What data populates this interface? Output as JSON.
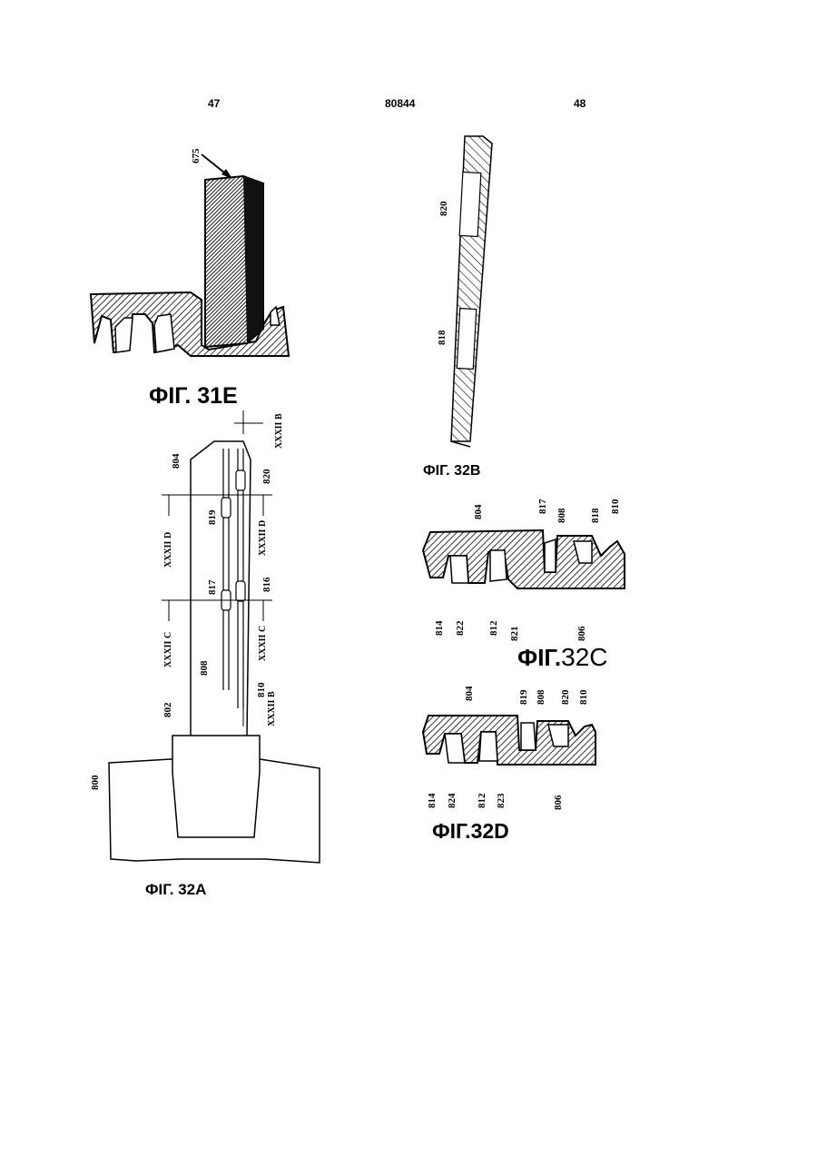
{
  "header": {
    "left": "47",
    "center": "80844",
    "right": "48"
  },
  "fig31e": {
    "caption": "ФІГ. 31E",
    "ref_arrow": "675"
  },
  "fig32a": {
    "caption": "ФІГ. 32A",
    "labels": {
      "l800": "800",
      "l802": "802",
      "l804": "804",
      "l808": "808",
      "l810": "810",
      "l816": "816",
      "l817": "817",
      "l819": "819",
      "l820": "820"
    },
    "sections": {
      "b_top": "XXXII B",
      "b_bottom": "XXXII B",
      "c_left": "XXXII C",
      "c_right": "XXXII C",
      "d_left": "XXXII D",
      "d_right": "XXXII D"
    }
  },
  "fig32b": {
    "caption": "ФІГ. 32B",
    "labels": {
      "l820": "820",
      "l818": "818"
    }
  },
  "fig32c": {
    "caption_prefix": "ФІГ.",
    "caption_suffix": "32C",
    "labels": {
      "l804": "804",
      "l817": "817",
      "l808": "808",
      "l818": "818",
      "l810": "810",
      "l814": "814",
      "l822": "822",
      "l812": "812",
      "l821": "821",
      "l806": "806"
    }
  },
  "fig32d": {
    "caption": "ФІГ.32D",
    "labels": {
      "l804": "804",
      "l819": "819",
      "l808": "808",
      "l820": "820",
      "l810": "810",
      "l814": "814",
      "l824": "824",
      "l812": "812",
      "l823": "823",
      "l806": "806"
    }
  }
}
